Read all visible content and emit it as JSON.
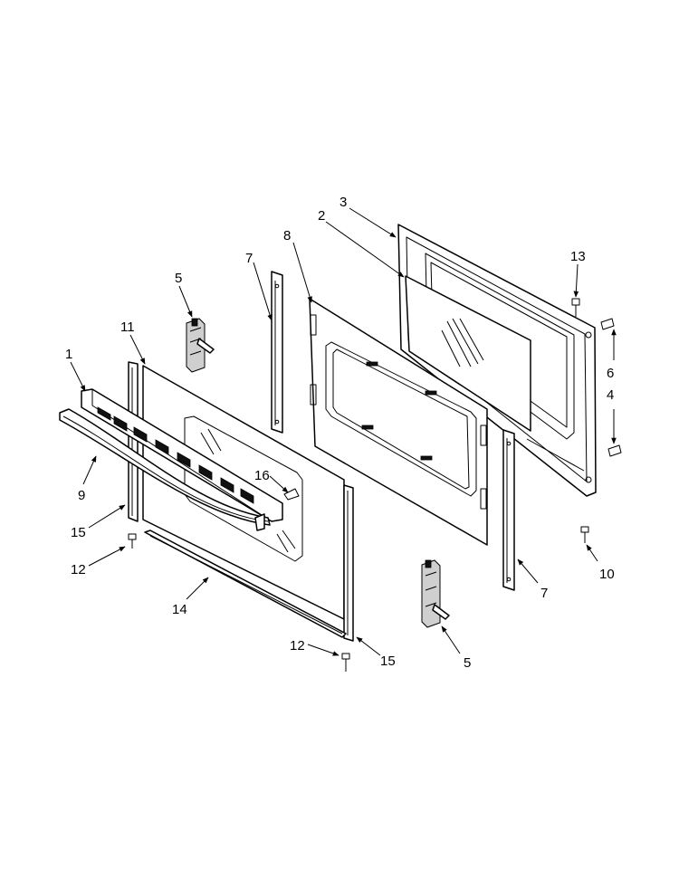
{
  "callouts": {
    "c1": "1",
    "c2": "2",
    "c3": "3",
    "c4": "4",
    "c5a": "5",
    "c5b": "5",
    "c6": "6",
    "c7a": "7",
    "c7b": "7",
    "c8": "8",
    "c9": "9",
    "c10": "10",
    "c11": "11",
    "c12a": "12",
    "c12b": "12",
    "c13": "13",
    "c14": "14",
    "c15a": "15",
    "c15b": "15",
    "c16": "16"
  }
}
